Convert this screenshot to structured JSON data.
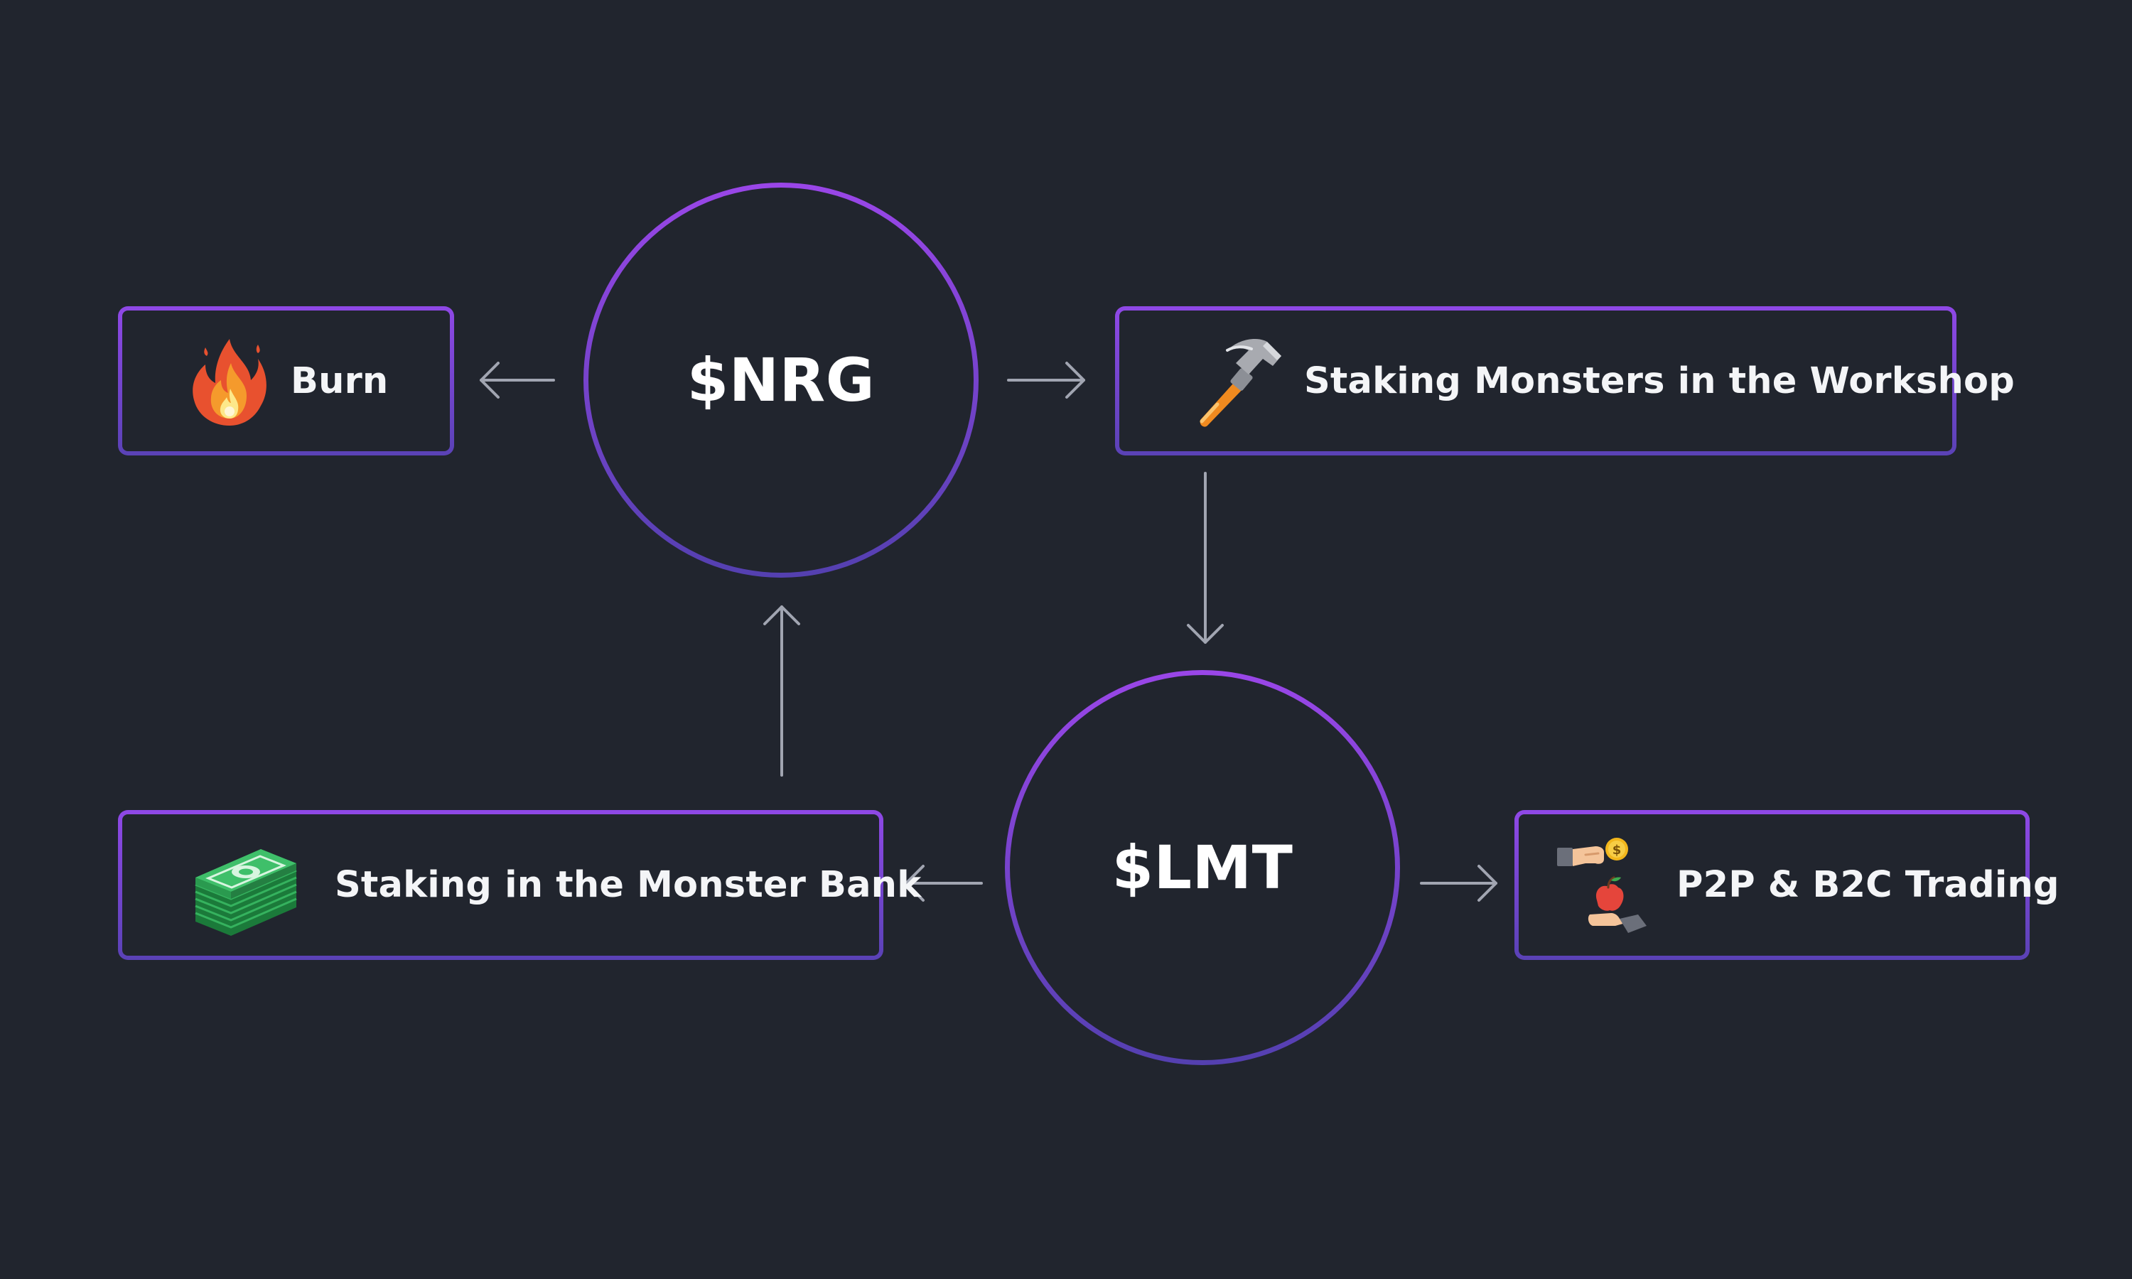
{
  "tokens": {
    "nrg": {
      "label": "$NRG"
    },
    "lmt": {
      "label": "$LMT"
    }
  },
  "boxes": {
    "burn": {
      "label": "Burn",
      "icon": "fire-icon"
    },
    "workshop": {
      "label": "Staking Monsters in the Workshop",
      "icon": "hammer-icon"
    },
    "bank": {
      "label": "Staking in the Monster Bank",
      "icon": "money-stack-icon"
    },
    "trading": {
      "label": "P2P & B2C Trading",
      "icon": "trade-exchange-icon"
    }
  },
  "colors": {
    "background": "#21252e",
    "accent_top": "#8f48e6",
    "accent_bottom": "#5a42b6",
    "arrow": "#a1a5b1",
    "text": "#f4f5f7"
  }
}
